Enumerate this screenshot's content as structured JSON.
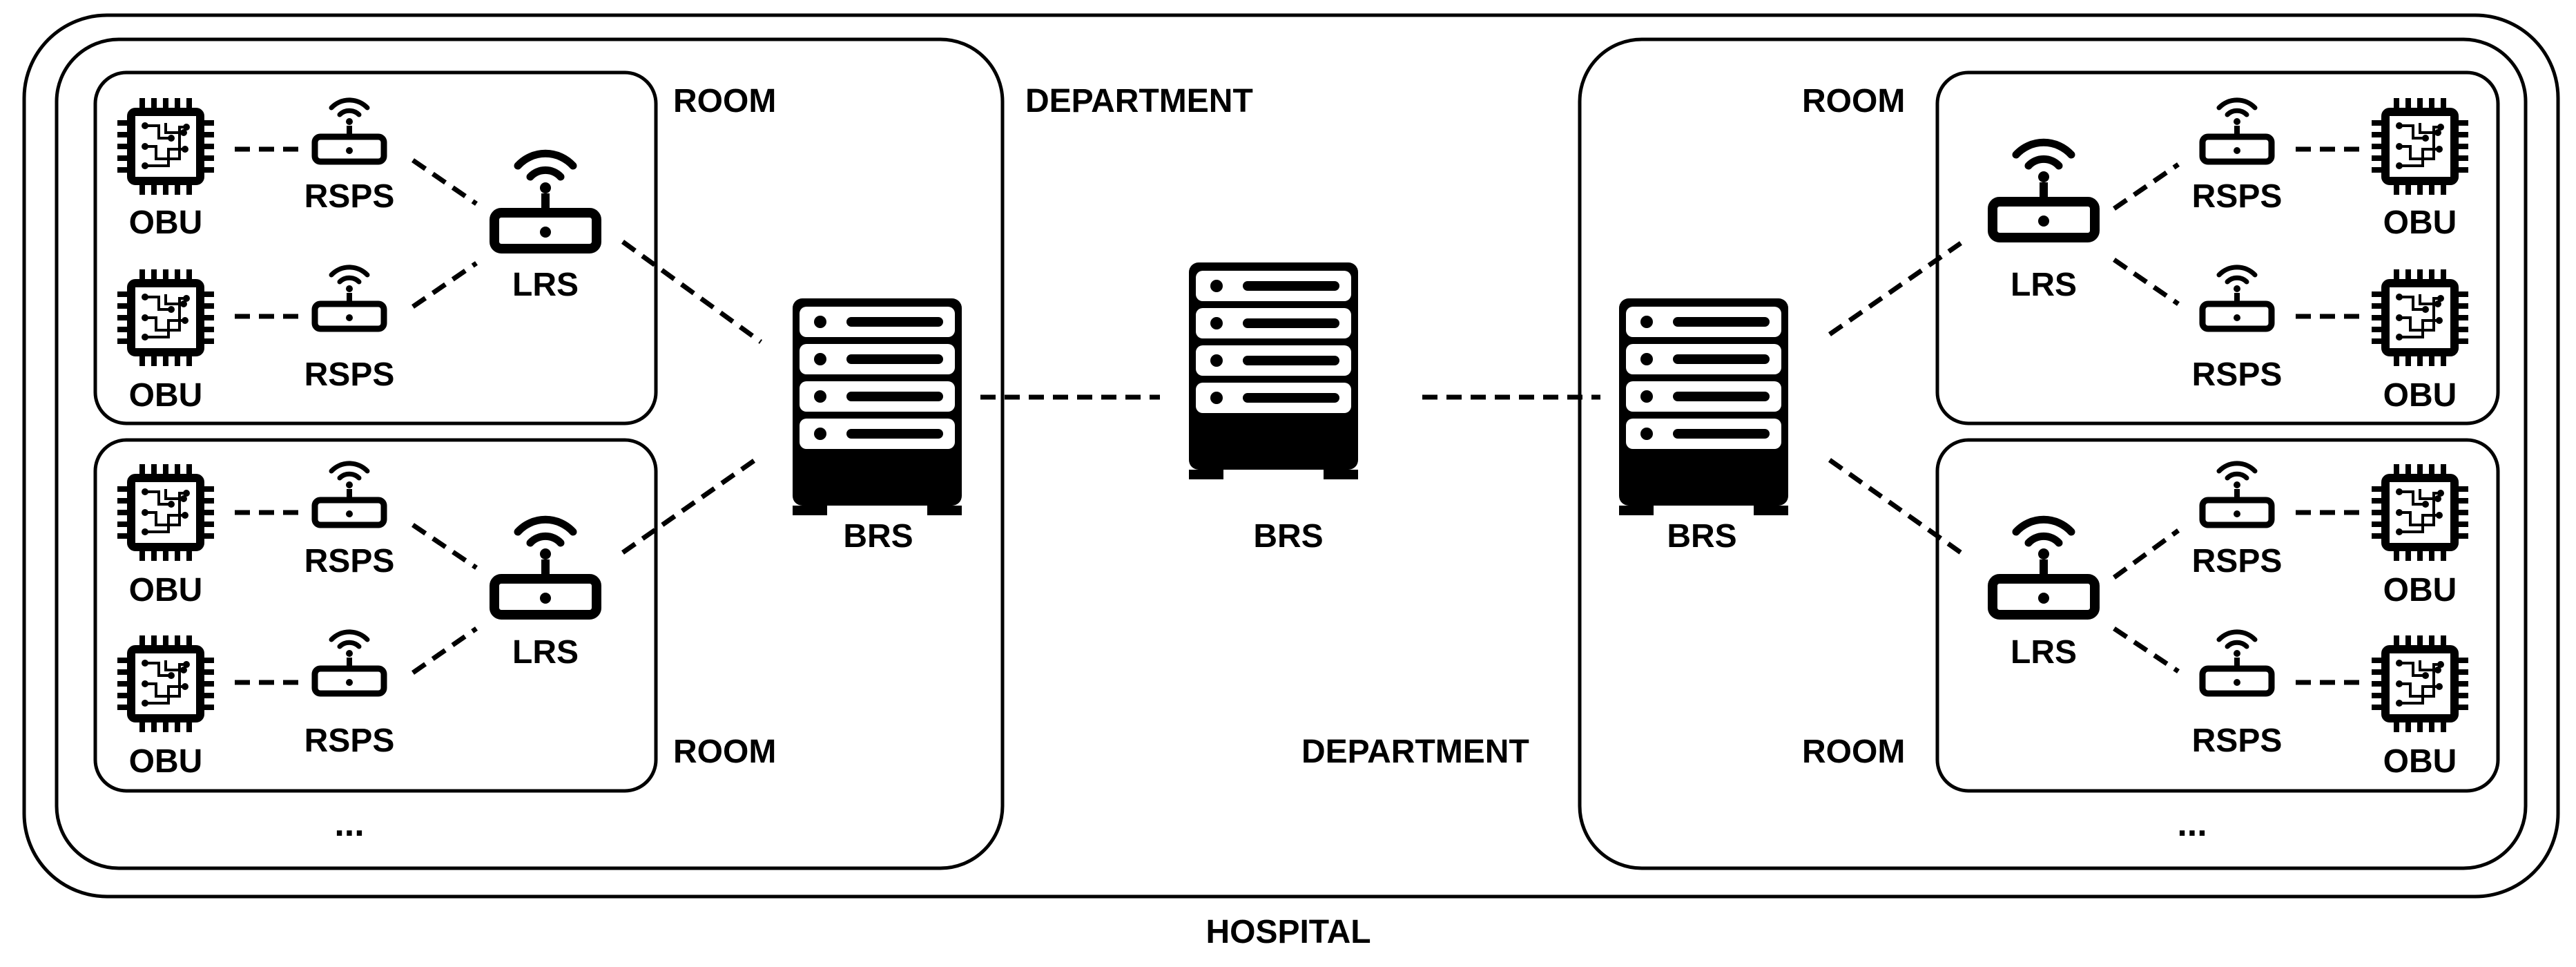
{
  "labels": {
    "hospital": "HOSPITAL",
    "department": "DEPARTMENT",
    "room": "ROOM",
    "obu": "OBU",
    "rsps": "RSPS",
    "lrs": "LRS",
    "brs": "BRS",
    "more": "..."
  },
  "icons": {
    "obu": "chip-icon",
    "rsps": "wifi-router-icon",
    "lrs": "wifi-router-icon",
    "brs": "server-rack-icon"
  }
}
